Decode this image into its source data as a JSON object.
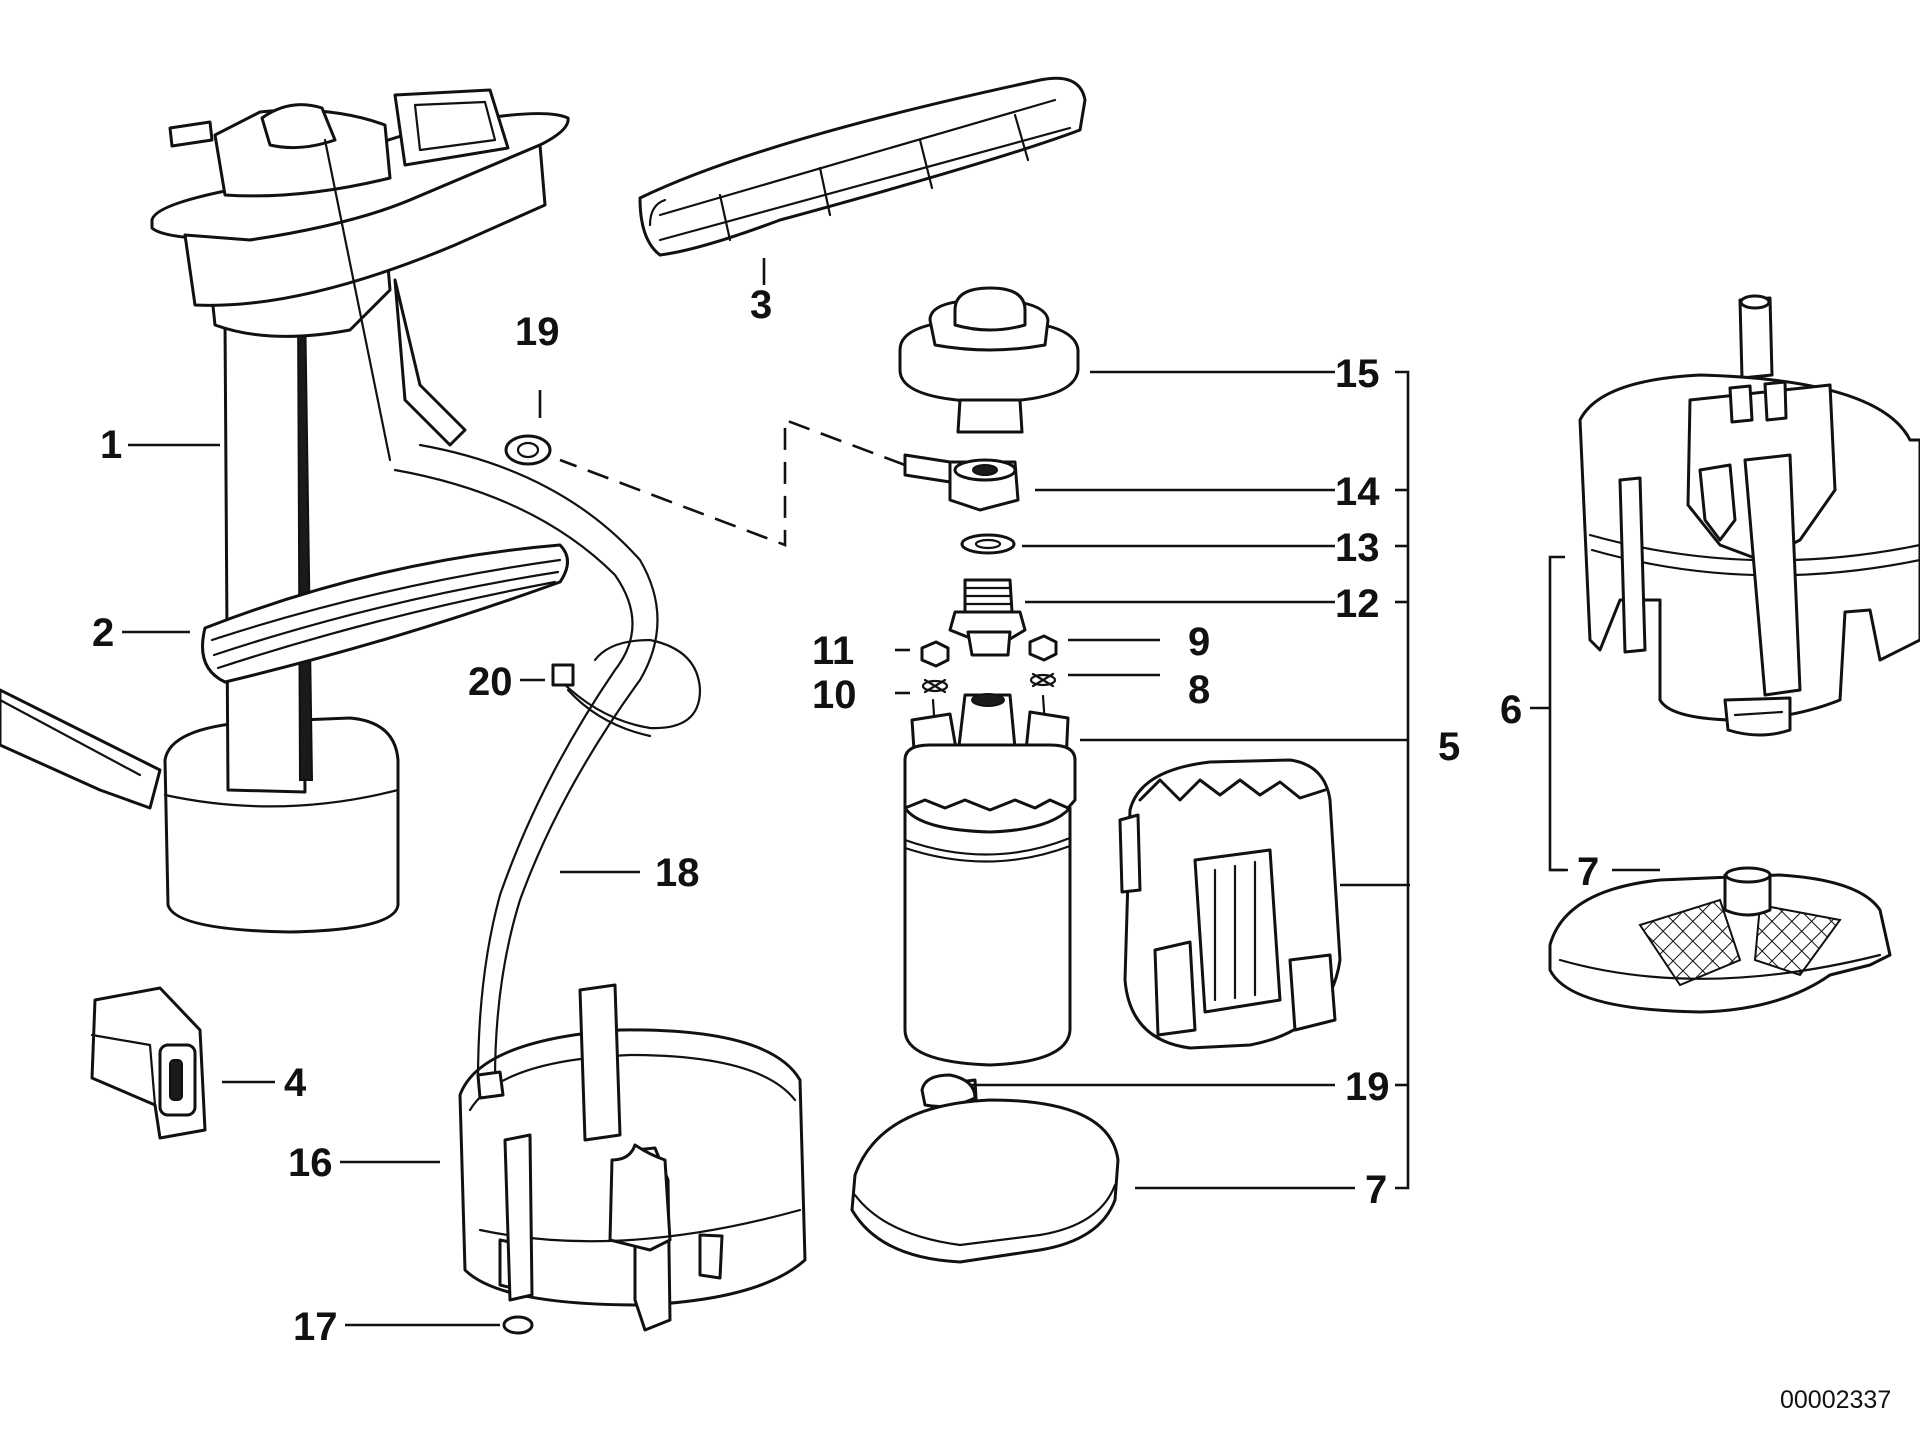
{
  "diagram": {
    "reference_number": "00002337",
    "callouts": {
      "c1": "1",
      "c2": "2",
      "c3": "3",
      "c4": "4",
      "c5": "5",
      "c6": "6",
      "c7_right": "7",
      "c7_bottom": "7",
      "c8": "8",
      "c9": "9",
      "c10": "10",
      "c11": "11",
      "c12": "12",
      "c13": "13",
      "c14": "14",
      "c15": "15",
      "c16": "16",
      "c17": "17",
      "c18": "18",
      "c19_top": "19",
      "c19_right": "19",
      "c20": "20"
    }
  }
}
